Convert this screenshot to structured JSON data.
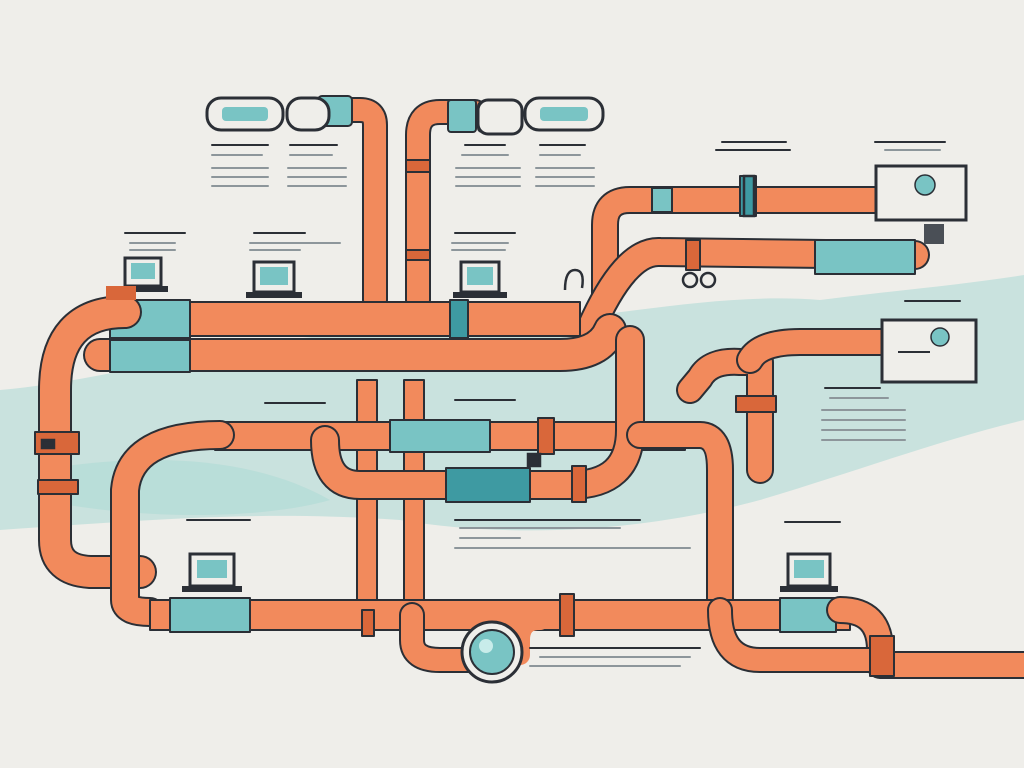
{
  "colors": {
    "background": "#efeeea",
    "pipe": "#f28a5c",
    "pipe_dark": "#d9673a",
    "pipe_highlight": "#ffb08c",
    "teal": "#79c4c4",
    "teal_dark": "#3e9aa2",
    "wash": "#a9d9d4",
    "outline": "#2b2f36",
    "text_line": "#9aa3a8"
  },
  "top_pills": [
    {
      "name": "top-pill-1",
      "icon": "label-pill"
    },
    {
      "name": "top-pill-2",
      "icon": "label-pill"
    },
    {
      "name": "top-pill-3",
      "icon": "label-pill"
    },
    {
      "name": "top-pill-4",
      "icon": "label-pill"
    }
  ],
  "monitors": [
    {
      "name": "monitor-panel-top-right",
      "icon": "monitor-icon"
    },
    {
      "name": "monitor-panel-mid-right",
      "icon": "monitor-icon"
    }
  ],
  "laptops": [
    {
      "name": "laptop-1",
      "icon": "laptop-icon"
    },
    {
      "name": "laptop-2",
      "icon": "laptop-icon"
    },
    {
      "name": "laptop-3",
      "icon": "laptop-icon"
    },
    {
      "name": "laptop-4",
      "icon": "laptop-icon"
    },
    {
      "name": "laptop-5",
      "icon": "laptop-icon"
    },
    {
      "name": "laptop-6",
      "icon": "laptop-icon"
    }
  ],
  "gauge": {
    "name": "pressure-gauge",
    "icon": "gauge-icon"
  }
}
